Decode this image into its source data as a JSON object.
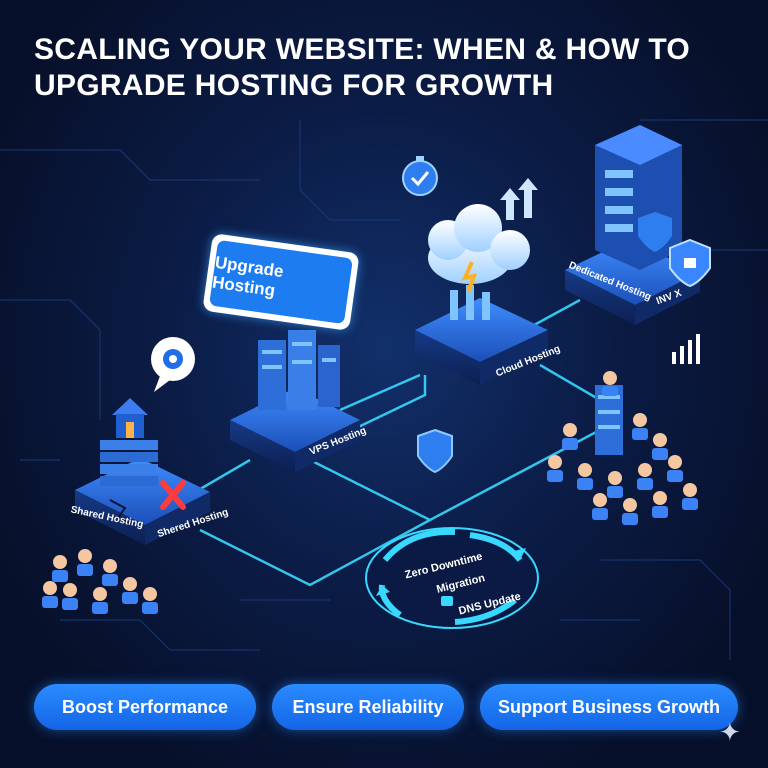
{
  "title": "SCALING YOUR WEBSITE: WHEN & HOW TO UPGRADE HOSTING FOR GROWTH",
  "badge_label": "Upgrade Hosting",
  "tiers": {
    "shared_label_1": "Shared Hosting",
    "shared_label_2": "Shered Hosting",
    "vps_label": "VPS Hosting",
    "cloud_label": "Cloud Hosting",
    "dedicated_label": "Dedicated Hosting",
    "dedicated_tag": "INV X"
  },
  "migration": {
    "line1": "Zero Downtime",
    "line2": "Migration",
    "dns_label": "DNS Update"
  },
  "benefits": [
    "Boost Performance",
    "Ensure Reliability",
    "Support Business Growth"
  ],
  "colors": {
    "accent": "#1d7cf0",
    "glow": "#38d8ff",
    "background": "#07102a"
  }
}
